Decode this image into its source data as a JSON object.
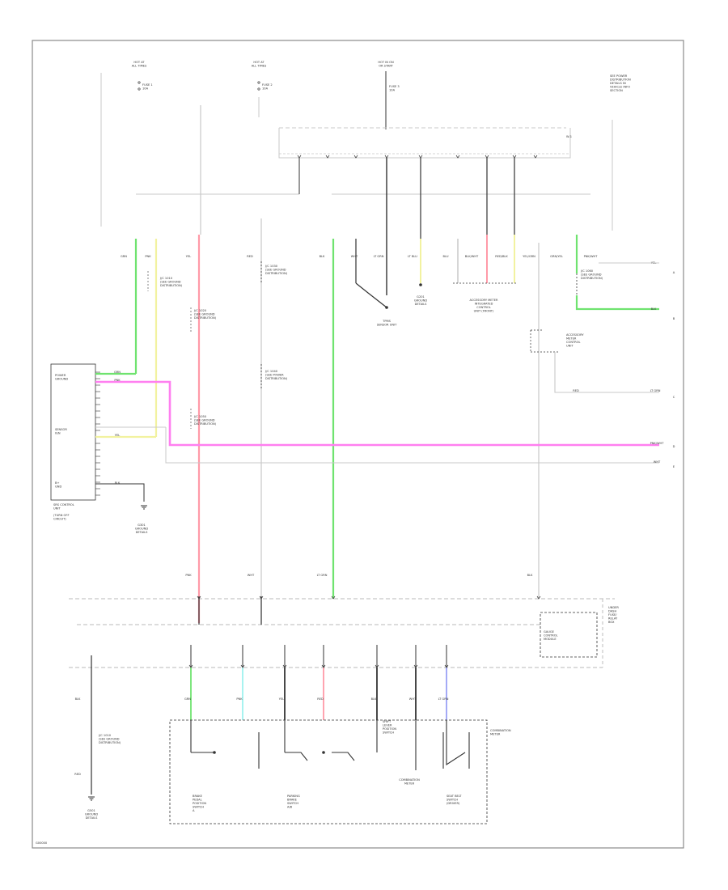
{
  "diagram": {
    "figure_code": "G00000",
    "colors": {
      "pink": "#ff7ff0",
      "red_pink": "#ff9aa8",
      "green": "#6fe36f",
      "yellow": "#f2f2a0",
      "cyan": "#9ff2ee",
      "blue": "#9aa0f5",
      "gray": "#c8c8c8",
      "black": "#333333",
      "frame": "#8a8a8a"
    },
    "labels": {
      "hot_1": [
        "HOT AT",
        "ALL TIMES"
      ],
      "hot_2": [
        "HOT AT",
        "ALL TIMES"
      ],
      "hot_3": [
        "HOT IN ON",
        "OR START"
      ],
      "fuse_1": [
        "FUSE 1",
        "10A"
      ],
      "fuse_2": [
        "FUSE 2",
        "10A"
      ],
      "fuse_3": [
        "FUSE 3",
        "10A"
      ],
      "rel_note": [
        "SEE POWER",
        "DISTRIBUTION",
        "DETAILS IN",
        "VEHICLE INFO",
        "SECTION"
      ],
      "tpms_unit": [
        "TPMS",
        "SENSOR UNIT"
      ],
      "ground_a": [
        "G201",
        "GROUND",
        "DETAILS"
      ],
      "ground_b": [
        "G301",
        "GROUND",
        "DETAILS"
      ],
      "cm_unit": [
        "ACCESSORY METER",
        "INTEGRATED",
        "CONTROL",
        "UNIT (FRONT)"
      ],
      "jc_1": [
        "J/C 1010",
        "(SEE GROUND",
        "DISTRIBUTION)"
      ],
      "jc_2": [
        "J/C 1020",
        "(SEE GROUND",
        "DISTRIBUTION)"
      ],
      "jc_3": [
        "J/C 1030",
        "(SEE GROUND",
        "DISTRIBUTION)"
      ],
      "jc_4": [
        "J/C 1040",
        "(SEE POWER",
        "DISTRIBUTION)"
      ],
      "jc_5": [
        "J/C 1050",
        "(SEE GROUND",
        "DISTRIBUTION)"
      ],
      "jc_6": [
        "J/C 1060",
        "(SEE GROUND",
        "DISTRIBUTION)"
      ],
      "ecu_title": [
        "SRS CONTROL",
        "UNIT"
      ],
      "ecu_note": [
        "(TURN OFF",
        "CIRCUIT)"
      ],
      "ecu_pins": [
        "POWER",
        "GROUND",
        "SENSOR",
        "IGN",
        "B+",
        "GND"
      ],
      "hub": [
        "GAUGE",
        "CONTROL",
        "MODULE"
      ],
      "under_dash": [
        "UNDER",
        "DASH",
        "FUSE/",
        "RELAY",
        "BOX"
      ],
      "sw_a": [
        "BRAKE",
        "PEDAL",
        "POSITION",
        "SWITCH",
        "A"
      ],
      "sw_b": [
        "PARKING",
        "BRAKE",
        "SWITCH",
        "A/B"
      ],
      "sw_c": [
        "SHIFT",
        "LEVER",
        "POSITION",
        "SWITCH"
      ],
      "sw_d": [
        "COMBINATION",
        "METER"
      ],
      "sw_e": [
        "SEAT BELT",
        "SWITCH",
        "(DRIVER)"
      ],
      "main_box": [
        "COMBINATION",
        "METER"
      ],
      "bottom_g": [
        "G501",
        "GROUND",
        "DETAILS"
      ],
      "conn_right": [
        "A",
        "B",
        "C",
        "D",
        "E"
      ],
      "wire_codes": [
        "GRN",
        "PNK",
        "YEL",
        "RED",
        "BLK",
        "WHT",
        "LT GRN",
        "LT BLU",
        "BLU",
        "BLK/WHT",
        "RED/BLK",
        "YEL/GRN",
        "GRN/YEL",
        "PNK/WHT"
      ]
    }
  }
}
